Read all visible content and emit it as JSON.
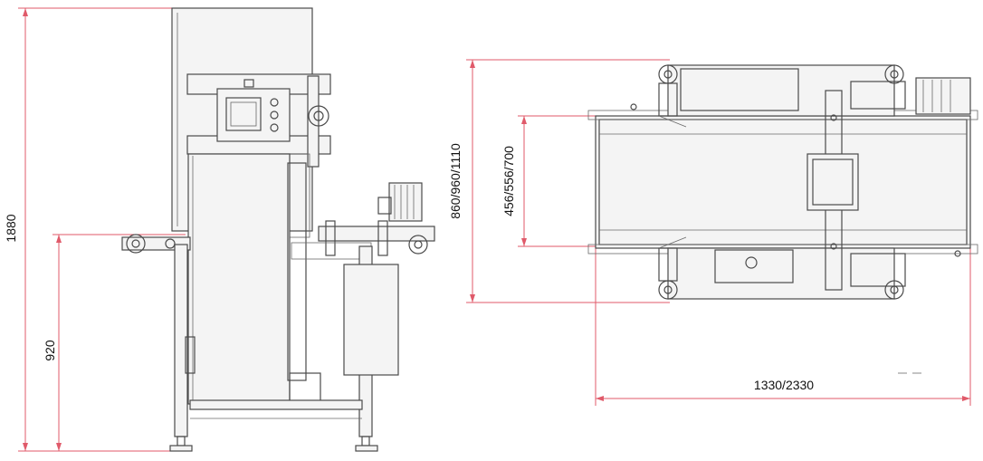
{
  "drawing": {
    "side_view": {
      "dimensions": {
        "overall_height": "1880",
        "conveyor_height": "920"
      }
    },
    "top_view": {
      "dimensions": {
        "overall_width": "860/960/1110",
        "belt_width": "456/556/700",
        "length": "1330/2330"
      }
    },
    "colors": {
      "dimension_line": "#e05a6a",
      "equipment_line": "#4a4a4a",
      "fill": "#f4f4f4"
    }
  }
}
